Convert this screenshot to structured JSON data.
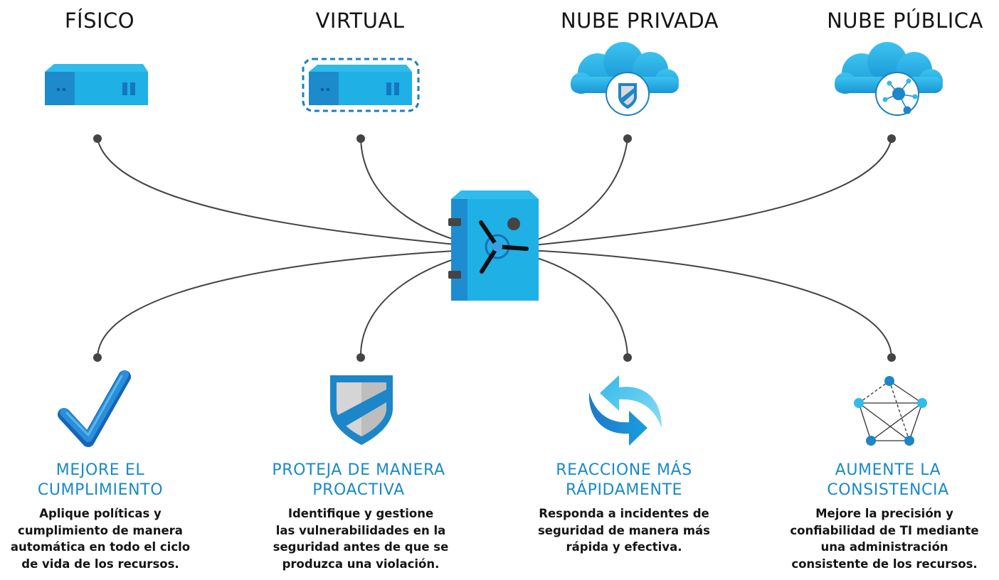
{
  "environments": [
    {
      "label": "FÍSICO",
      "icon": "server-icon"
    },
    {
      "label": "VIRTUAL",
      "icon": "virtual-server-icon"
    },
    {
      "label": "NUBE PRIVADA",
      "icon": "private-cloud-shield-icon"
    },
    {
      "label": "NUBE PÚBLICA",
      "icon": "public-cloud-network-icon"
    }
  ],
  "center": {
    "icon": "vault-safe-icon"
  },
  "benefits": [
    {
      "icon": "checkmark-icon",
      "title_lines": [
        "MEJORE EL",
        "CUMPLIMIENTO"
      ],
      "desc_lines": [
        "Aplique políticas y",
        "cumplimiento de manera",
        "automática en todo el ciclo",
        "de vida de los recursos."
      ]
    },
    {
      "icon": "shield-icon",
      "title_lines": [
        "PROTEJA DE MANERA",
        "PROACTIVA"
      ],
      "desc_lines": [
        "Identifique y gestione",
        "las vulnerabilidades en la",
        "seguridad antes de que se",
        "produzca una violación."
      ]
    },
    {
      "icon": "refresh-arrows-icon",
      "title_lines": [
        "REACCIONE MÁS",
        "RÁPIDAMENTE"
      ],
      "desc_lines": [
        "Responda a incidentes de",
        "seguridad de manera más",
        "rápida y efectiva."
      ]
    },
    {
      "icon": "network-graph-icon",
      "title_lines": [
        "AUMENTE LA",
        "CONSISTENCIA"
      ],
      "desc_lines": [
        "Mejore la precisión y",
        "confiabilidad de TI mediante",
        "una administración",
        "consistente de los recursos."
      ]
    }
  ],
  "colors": {
    "accent": "#1a8ac8",
    "icon_light": "#1fb0e6",
    "icon_dark": "#1c86c8",
    "line": "#444444",
    "text": "#151515"
  }
}
